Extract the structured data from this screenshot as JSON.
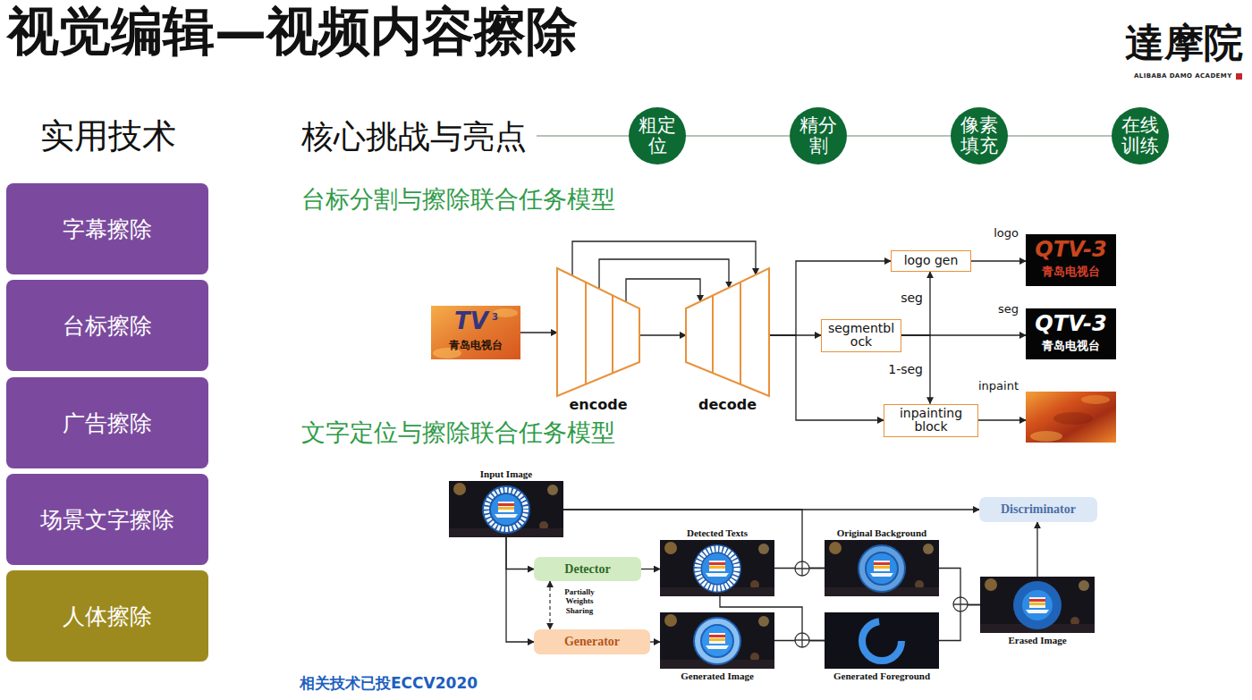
{
  "diagram": {
    "title": "视觉编辑—视频内容擦除",
    "nodes": [
      {
        "text": [
          "字幕擦除"
        ]
      },
      {
        "text": [
          "台标擦除"
        ]
      },
      {
        "text": [
          "广告擦除"
        ]
      },
      {
        "text": [
          "场景文字擦除"
        ]
      },
      {
        "text": [
          "人体擦除"
        ]
      },
      {
        "text": [
          "粗定位"
        ]
      },
      {
        "text": [
          "精分割"
        ]
      },
      {
        "text": [
          "像素填充"
        ]
      },
      {
        "text": [
          "在线训练"
        ]
      },
      {
        "text": [
          "TV",
          "3",
          "青岛电视台"
        ]
      },
      {
        "text": [
          "encode"
        ]
      },
      {
        "text": [
          "decode"
        ]
      },
      {
        "text": [
          "logo gen"
        ]
      },
      {
        "text": [
          "segmentbl ock"
        ]
      },
      {
        "text": [
          "inpainting block"
        ]
      },
      {
        "text": [
          "logo",
          "QTV-3",
          "青岛电视台"
        ]
      },
      {
        "text": [
          "seg",
          "QTV-3",
          "青岛电视台"
        ]
      },
      {
        "text": [
          "inpaint"
        ]
      },
      {
        "text": [
          "Input Image"
        ]
      },
      {
        "text": [
          "Discriminator"
        ]
      },
      {
        "text": [
          "Detector"
        ]
      },
      {
        "text": [
          "Generator"
        ]
      },
      {
        "text": [
          "Detected Texts"
        ]
      },
      {
        "text": [
          "Generated Image"
        ]
      },
      {
        "text": [
          "Original Background"
        ]
      },
      {
        "text": [
          "Generated Foreground"
        ]
      },
      {
        "text": [
          "Erased Image"
        ]
      }
    ],
    "edges": [
      {
        "from": 5,
        "to": 6,
        "arrow": "none"
      },
      {
        "from": 6,
        "to": 7,
        "arrow": "none"
      },
      {
        "from": 7,
        "to": 8,
        "arrow": "none"
      },
      {
        "from": 9,
        "to": 10,
        "arrow": "to"
      },
      {
        "from": 10,
        "to": 11,
        "arrow": "to"
      },
      {
        "from": 10,
        "to": 11,
        "arrow": "to"
      },
      {
        "from": 10,
        "to": 11,
        "arrow": "to"
      },
      {
        "from": 10,
        "to": 11,
        "arrow": "to"
      },
      {
        "from": 11,
        "to": 12,
        "arrow": "to"
      },
      {
        "from": 11,
        "to": 13,
        "arrow": "to"
      },
      {
        "from": 11,
        "to": 14,
        "arrow": "to"
      },
      {
        "from": 13,
        "to": 12,
        "label": "seg",
        "arrow": "to"
      },
      {
        "from": 13,
        "to": 14,
        "label": "1-seg",
        "arrow": "to"
      },
      {
        "from": 12,
        "to": 15,
        "arrow": "to"
      },
      {
        "from": 13,
        "to": 16,
        "arrow": "to"
      },
      {
        "from": 14,
        "to": 17,
        "arrow": "to"
      },
      {
        "from": 18,
        "to": 19,
        "arrow": "to"
      },
      {
        "from": 18,
        "to": 20,
        "arrow": "to"
      },
      {
        "from": 18,
        "to": 21,
        "arrow": "to"
      },
      {
        "from": 20,
        "to": 21,
        "label": "Partially Weights Sharing",
        "arrow": "both"
      },
      {
        "from": 20,
        "to": 22,
        "arrow": "to"
      },
      {
        "from": 21,
        "to": 23,
        "arrow": "to"
      },
      {
        "from": 18,
        "to": 24,
        "arrow": "none"
      },
      {
        "from": 22,
        "to": 24,
        "arrow": "none"
      },
      {
        "from": 22,
        "to": 25,
        "arrow": "none"
      },
      {
        "from": 23,
        "to": 25,
        "arrow": "none"
      },
      {
        "from": 24,
        "to": 26,
        "arrow": "none"
      },
      {
        "from": 25,
        "to": 26,
        "arrow": "none"
      },
      {
        "from": 26,
        "to": 19,
        "arrow": "to"
      }
    ],
    "labels": [
      "達摩院",
      "ALIBABA DAMO ACADEMY",
      "实用技术",
      "核心挑战与亮点",
      "台标分割与擦除联合任务模型",
      "文字定位与擦除联合任务模型",
      "相关技术已投ECCV2020"
    ]
  }
}
